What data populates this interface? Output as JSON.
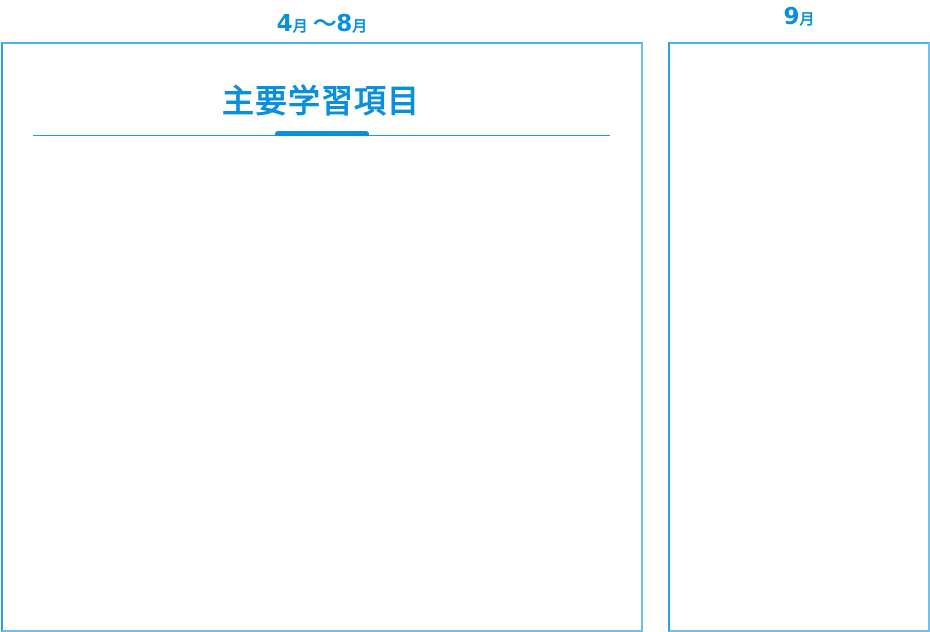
{
  "periods": [
    {
      "num1": "4",
      "unit1": "月",
      "sep": "〜",
      "num2": "8",
      "unit2": "月"
    },
    {
      "num1": "9",
      "unit1": "月"
    }
  ],
  "sections": {
    "main_title": "主要学習項目"
  },
  "colors": {
    "accent": "#0a8fdc",
    "border": "#6fc0ec"
  }
}
